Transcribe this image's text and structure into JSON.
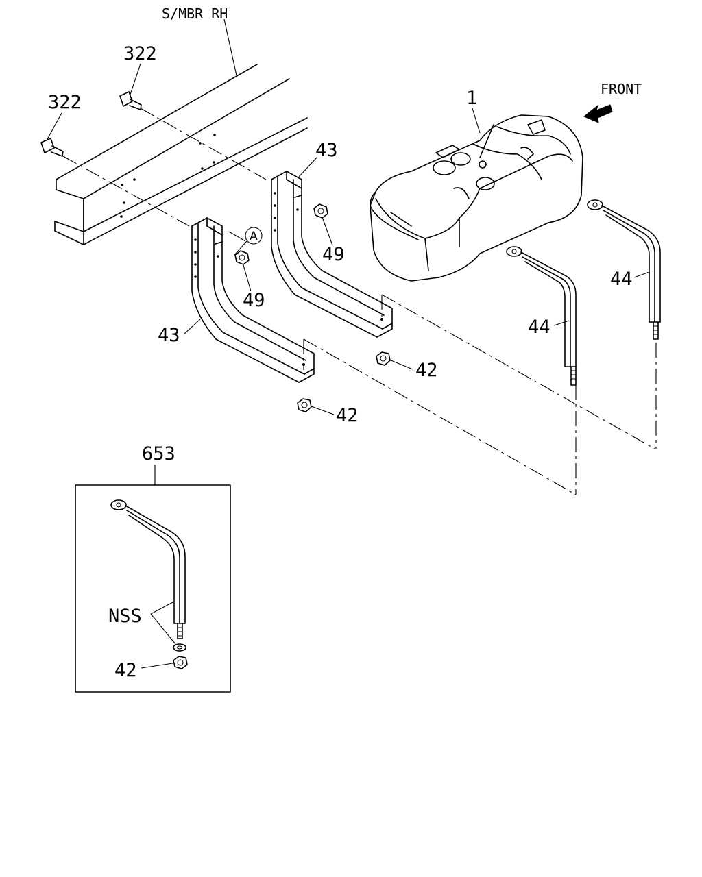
{
  "labels": {
    "frame_member": "S/MBR RH",
    "front": "FRONT",
    "bolt_upper": "322",
    "bolt_lower": "322",
    "tank": "1",
    "bracket_rear": "43",
    "bracket_front": "43",
    "nut_49_rear": "49",
    "nut_49_front": "49",
    "nut_42_rear": "42",
    "nut_42_front": "42",
    "band_right": "44",
    "band_left": "44",
    "kit": "653",
    "kit_nss": "NSS",
    "kit_nut": "42",
    "ref_a": "A"
  }
}
